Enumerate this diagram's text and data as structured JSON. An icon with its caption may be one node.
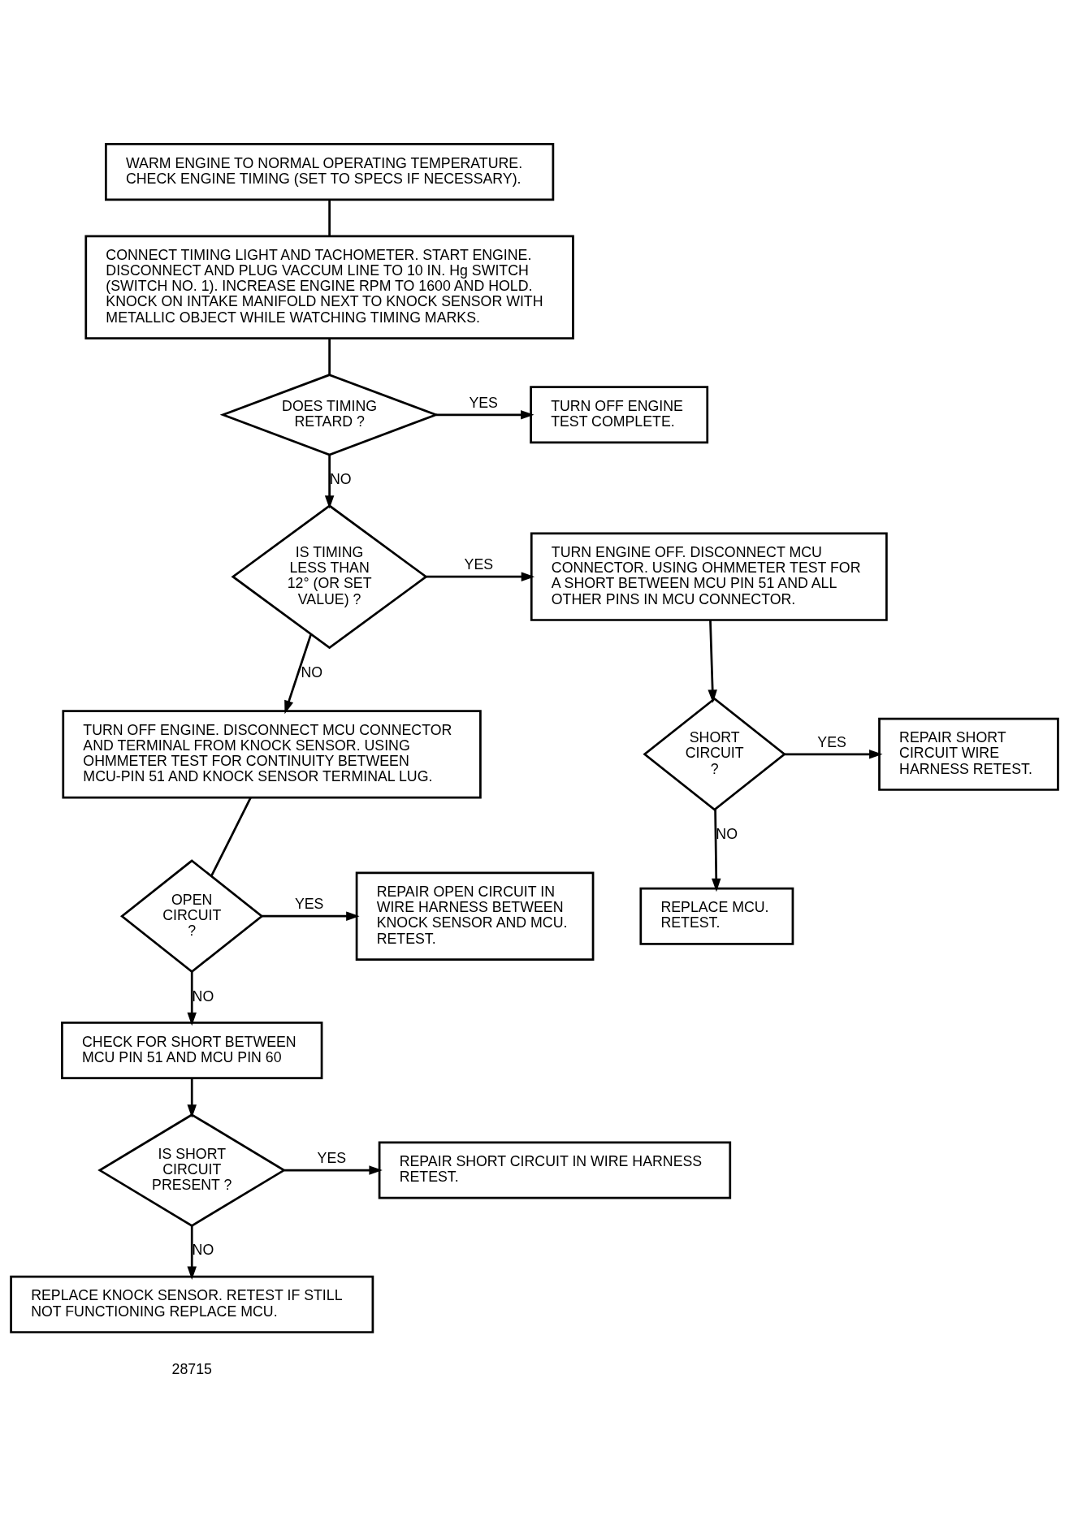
{
  "diagram": {
    "nodes": [
      {
        "text": [
          "WARM ENGINE TO NORMAL OPERATING TEMPERATURE. CHECK ENGINE TIMING (SET TO SPECS IF NECESSARY)."
        ]
      },
      {
        "text": [
          "CONNECT TIMING LIGHT AND TACHOMETER. START ENGINE. DISCONNECT AND PLUG VACCUM LINE TO 10 IN. Hg SWITCH (SWITCH NO. 1). INCREASE ENGINE RPM TO 1600 AND HOLD. KNOCK ON INTAKE MANIFOLD NEXT TO KNOCK SENSOR WITH METALLIC OBJECT WHILE WATCHING TIMING MARKS."
        ]
      },
      {
        "text": [
          "DOES TIMING RETARD ?"
        ]
      },
      {
        "text": [
          "TURN OFF ENGINE TEST COMPLETE."
        ]
      },
      {
        "text": [
          "IS TIMING LESS THAN 12° (OR SET VALUE) ?"
        ]
      },
      {
        "text": [
          "TURN ENGINE OFF. DISCONNECT MCU CONNECTOR. USING OHMMETER TEST FOR A SHORT BETWEEN MCU PIN 51 AND ALL OTHER PINS IN MCU CONNECTOR."
        ]
      },
      {
        "text": [
          "TURN OFF ENGINE. DISCONNECT MCU CONNECTOR AND TERMINAL FROM KNOCK SENSOR. USING OHMMETER TEST FOR CONTINUITY BETWEEN MCU-PIN 51 AND KNOCK SENSOR TERMINAL LUG."
        ]
      },
      {
        "text": [
          "SHORT CIRCUIT ?"
        ]
      },
      {
        "text": [
          "REPAIR SHORT CIRCUIT WIRE HARNESS RETEST."
        ]
      },
      {
        "text": [
          "OPEN CIRCUIT ?"
        ]
      },
      {
        "text": [
          "REPAIR OPEN CIRCUIT IN WIRE HARNESS BETWEEN KNOCK SENSOR AND MCU. RETEST."
        ]
      },
      {
        "text": [
          "REPLACE MCU. RETEST."
        ]
      },
      {
        "text": [
          "CHECK FOR SHORT BETWEEN MCU PIN 51 AND MCU PIN 60"
        ]
      },
      {
        "text": [
          "IS SHORT CIRCUIT PRESENT ?"
        ]
      },
      {
        "text": [
          "REPAIR SHORT CIRCUIT IN WIRE HARNESS RETEST."
        ]
      },
      {
        "text": [
          "REPLACE KNOCK SENSOR. RETEST IF STILL NOT FUNCTIONING REPLACE MCU."
        ]
      }
    ],
    "edges": [
      {
        "from": 0,
        "to": 1,
        "arrow": "none"
      },
      {
        "from": 1,
        "to": 2,
        "arrow": "none"
      },
      {
        "from": 2,
        "to": 3,
        "arrow": "to",
        "label": "YES"
      },
      {
        "from": 2,
        "to": 4,
        "arrow": "to",
        "label": "NO"
      },
      {
        "from": 4,
        "to": 5,
        "arrow": "to",
        "label": "YES"
      },
      {
        "from": 4,
        "to": 6,
        "arrow": "to",
        "label": "NO"
      },
      {
        "from": 5,
        "to": 7,
        "arrow": "to"
      },
      {
        "from": 7,
        "to": 8,
        "arrow": "to",
        "label": "YES"
      },
      {
        "from": 7,
        "to": 11,
        "arrow": "to",
        "label": "NO"
      },
      {
        "from": 6,
        "to": 9,
        "arrow": "none"
      },
      {
        "from": 9,
        "to": 10,
        "arrow": "to",
        "label": "YES"
      },
      {
        "from": 9,
        "to": 12,
        "arrow": "to",
        "label": "NO"
      },
      {
        "from": 12,
        "to": 13,
        "arrow": "to"
      },
      {
        "from": 13,
        "to": 14,
        "arrow": "to",
        "label": "YES"
      },
      {
        "from": 13,
        "to": 15,
        "arrow": "to",
        "label": "NO"
      }
    ],
    "labels": [
      "28715"
    ]
  }
}
